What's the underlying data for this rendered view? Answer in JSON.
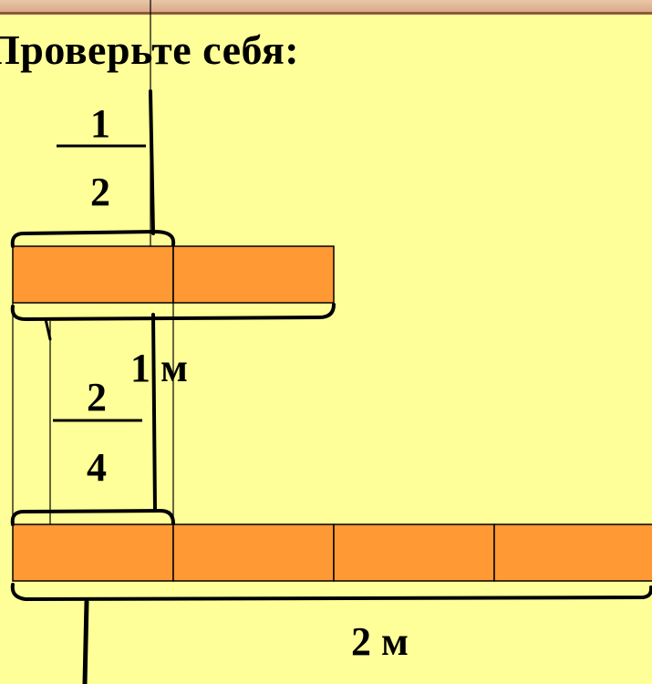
{
  "title": "Проверьте себя:",
  "fraction_top": {
    "numerator": "1",
    "denominator": "2"
  },
  "fraction_bottom": {
    "numerator": "2",
    "denominator": "4"
  },
  "label_1m": "1 м",
  "label_2m": "2 м",
  "colors": {
    "background": "#FFFF99",
    "bar_fill": "#FF9933",
    "line": "#000000",
    "header_band": "#D9A98A"
  },
  "bars": [
    {
      "name": "bar-1m",
      "segments": 2
    },
    {
      "name": "bar-2m",
      "segments": 4
    }
  ]
}
